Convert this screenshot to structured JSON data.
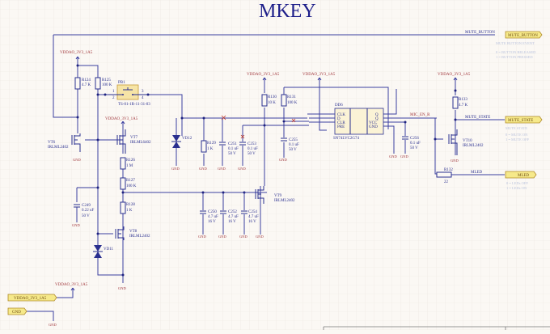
{
  "title": "MKEY",
  "power_net": "VDDAO_3V3_1A5",
  "ground_net": "GND",
  "nets": {
    "mute_button": "MUTE_BUTTON",
    "mute_state": "MUTE_STATE",
    "mic_en": "MIC_EN_R",
    "mled": "MLED"
  },
  "ports": [
    {
      "label": "MUTE_BUTTON",
      "note_title": "MUTE BUTTON EVENT",
      "notes": [
        "0 = BUTTON RELEASED",
        "1 = BUTTON PRESSED"
      ]
    },
    {
      "label": "MUTE_STATE",
      "note_title": "MUTE STATE",
      "notes": [
        "0 = MUTE ON",
        "1 = MUTE OFF"
      ]
    },
    {
      "label": "MLED",
      "note_title": "",
      "notes": [
        "0 = LEDs OFF",
        "1 = LEDs ON"
      ]
    },
    {
      "label": "VDDAO_3V3_1A5",
      "note_title": "",
      "notes": []
    },
    {
      "label": "GND",
      "note_title": "",
      "notes": []
    }
  ],
  "resistors": [
    {
      "ref": "R124",
      "value": "4.7 K"
    },
    {
      "ref": "R125",
      "value": "100 K"
    },
    {
      "ref": "R126",
      "value": "1 M"
    },
    {
      "ref": "R127",
      "value": "100 K"
    },
    {
      "ref": "R128",
      "value": "1 K"
    },
    {
      "ref": "R129",
      "value": "1 K"
    },
    {
      "ref": "R130",
      "value": "10 K"
    },
    {
      "ref": "R131",
      "value": "100 K"
    },
    {
      "ref": "R132",
      "value": "22"
    },
    {
      "ref": "R133",
      "value": "4.7 K"
    }
  ],
  "capacitors": [
    {
      "ref": "C249",
      "value": "0.22 uF",
      "voltage": "50 V"
    },
    {
      "ref": "C250",
      "value": "4.7 uF",
      "voltage": "16 V"
    },
    {
      "ref": "C251",
      "value": "0.1 uF",
      "voltage": "50 V"
    },
    {
      "ref": "C252",
      "value": "4.7 uF",
      "voltage": "16 V"
    },
    {
      "ref": "C253",
      "value": "0.1 uF",
      "voltage": "50 V"
    },
    {
      "ref": "C254",
      "value": "4.7 uF",
      "voltage": "16 V"
    },
    {
      "ref": "C255",
      "value": "0.1 uF",
      "voltage": "50 V"
    },
    {
      "ref": "C256",
      "value": "0.1 uF",
      "voltage": "50 V"
    }
  ],
  "transistors": [
    {
      "ref": "VT6",
      "part": "IRLML2402"
    },
    {
      "ref": "VT7",
      "part": "IRLML6402"
    },
    {
      "ref": "VT8",
      "part": "IRLML2402"
    },
    {
      "ref": "VT9",
      "part": "IRLML2402"
    },
    {
      "ref": "VT10",
      "part": "IRLML2402"
    }
  ],
  "diodes": [
    {
      "ref": "VD11"
    },
    {
      "ref": "VD12"
    }
  ],
  "switch": {
    "ref": "PB1",
    "part": "TS-01-1R-11-31-03",
    "pins": [
      "1",
      "2",
      "3",
      "4"
    ]
  },
  "ic": {
    "ref": "DD6",
    "part": "SN74LVC2G74",
    "left_pins": [
      "CLK",
      "D",
      "CLR",
      "PRE"
    ],
    "right_pins": [
      "Q",
      "Q",
      "VCC",
      "GND"
    ]
  }
}
